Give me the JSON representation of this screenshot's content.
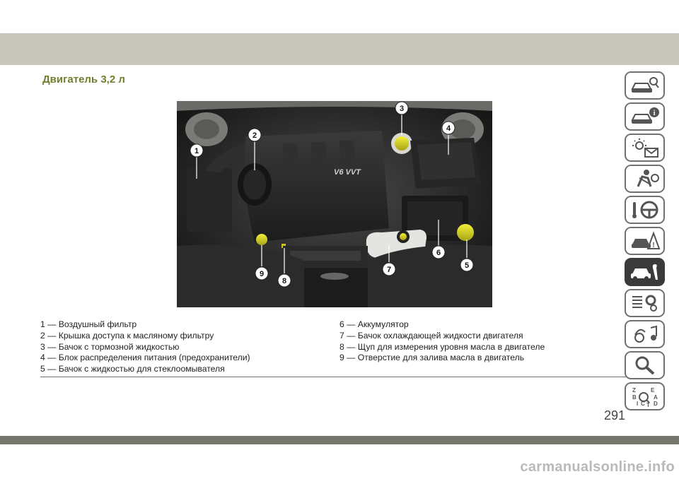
{
  "section_title": "Двигатель 3,2 л",
  "photo": {
    "engine_badge": "V6 VVT",
    "callouts": [
      "1",
      "2",
      "3",
      "4",
      "5",
      "6",
      "7",
      "8",
      "9"
    ]
  },
  "legend_left": [
    "1 — Воздушный фильтр",
    "2 — Крышка доступа к масляному фильтру",
    "3 — Бачок с тормозной жидкостью",
    "4 — Блок распределения питания (предохранители)",
    "5 — Бачок с жидкостью для стеклоомывателя"
  ],
  "legend_right": [
    "6 — Аккумулятор",
    "7 — Бачок охлаждающей жидкости двигателя",
    "8 — Щуп для измерения уровня масла в двигателе",
    "9 — Отверстие для залива масла в двигатель"
  ],
  "page_number": "291",
  "watermark": "carmanualsonline.info",
  "colors": {
    "title_green": "#6f7f2f",
    "tab_border": "#707070",
    "tab_active": "#3a3a3a",
    "band_top": "#c9c7bc",
    "band_bottom": "#77766c"
  },
  "side_tabs": [
    {
      "icon": "car-inspection-icon",
      "active": false
    },
    {
      "icon": "car-info-icon",
      "active": false
    },
    {
      "icon": "warning-lights-message-icon",
      "active": false
    },
    {
      "icon": "seat-airbag-icon",
      "active": false
    },
    {
      "icon": "steering-wheel-key-icon",
      "active": false
    },
    {
      "icon": "roadside-emergency-icon",
      "active": false
    },
    {
      "icon": "car-wrench-service-icon",
      "active": true
    },
    {
      "icon": "specs-gears-icon",
      "active": false
    },
    {
      "icon": "multimedia-music-icon",
      "active": false
    },
    {
      "icon": "magnifier-search-icon",
      "active": false
    },
    {
      "icon": "index-alphabet-icon",
      "active": false
    }
  ],
  "side_tab_letters": [
    "Z",
    "E",
    "B",
    "A",
    "I",
    "C",
    "D",
    "T"
  ]
}
